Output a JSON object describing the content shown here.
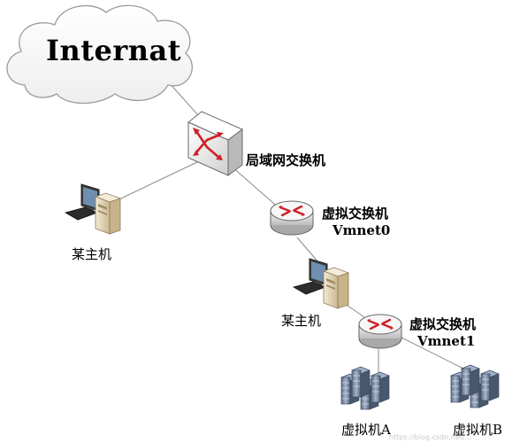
{
  "diagram": {
    "cloud_label": "Internat",
    "switch_label": "局域网交换机",
    "vswitch0": {
      "line1": "虚拟交换机",
      "line2": "Vmnet0"
    },
    "vswitch1": {
      "line1": "虚拟交换机",
      "line2": "Vmnet1"
    },
    "host1_label": "某主机",
    "host2_label": "某主机",
    "vmA_label": "虚拟机A",
    "vmB_label": "虚拟机B",
    "watermark": "https://blog.csdn.net/..."
  },
  "colors": {
    "line": "#8a8a8a",
    "cloud_stroke": "#9a9a9a",
    "arrow_red": "#d0202a",
    "device_gray": "#d9d9d9",
    "pc_beige": "#e9dcc0"
  },
  "icons": {
    "cloud": "cloud-icon",
    "switch": "lan-switch-icon",
    "router": "router-icon",
    "pc": "desktop-pc-icon",
    "server": "server-rack-icon"
  }
}
